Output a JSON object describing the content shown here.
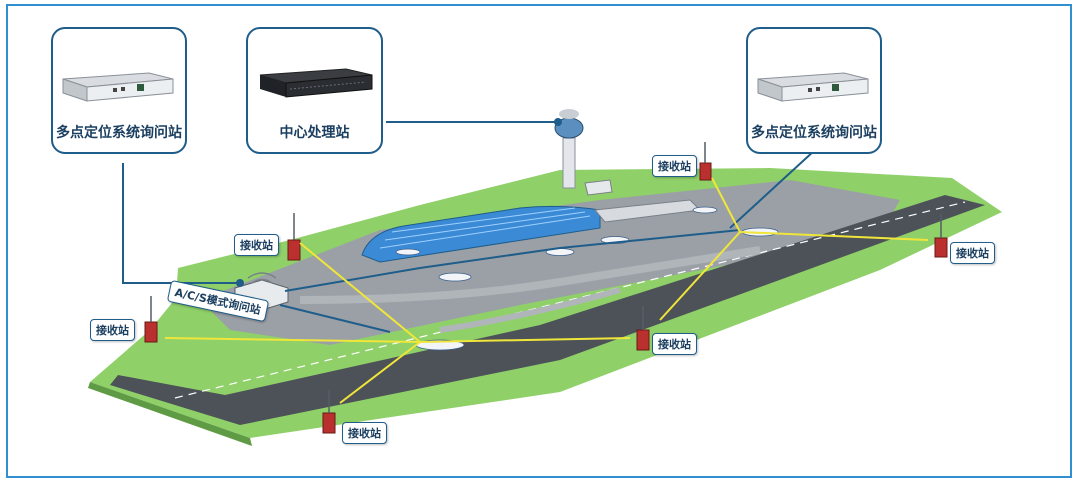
{
  "stations": {
    "mlat_left": "多点定位系统询问站",
    "central": "中心处理站",
    "mlat_right": "多点定位系统询问站",
    "acs": "A/C/S模式询问站",
    "receiver": "接收站"
  },
  "colors": {
    "frame": "#2f8fcf",
    "connector": "#1f5d8a",
    "signal": "#f0e63a",
    "grass": "#8fd069",
    "runway": "#4c5258",
    "apron": "#9aa0a6",
    "terminal": "#3b8ad6"
  }
}
